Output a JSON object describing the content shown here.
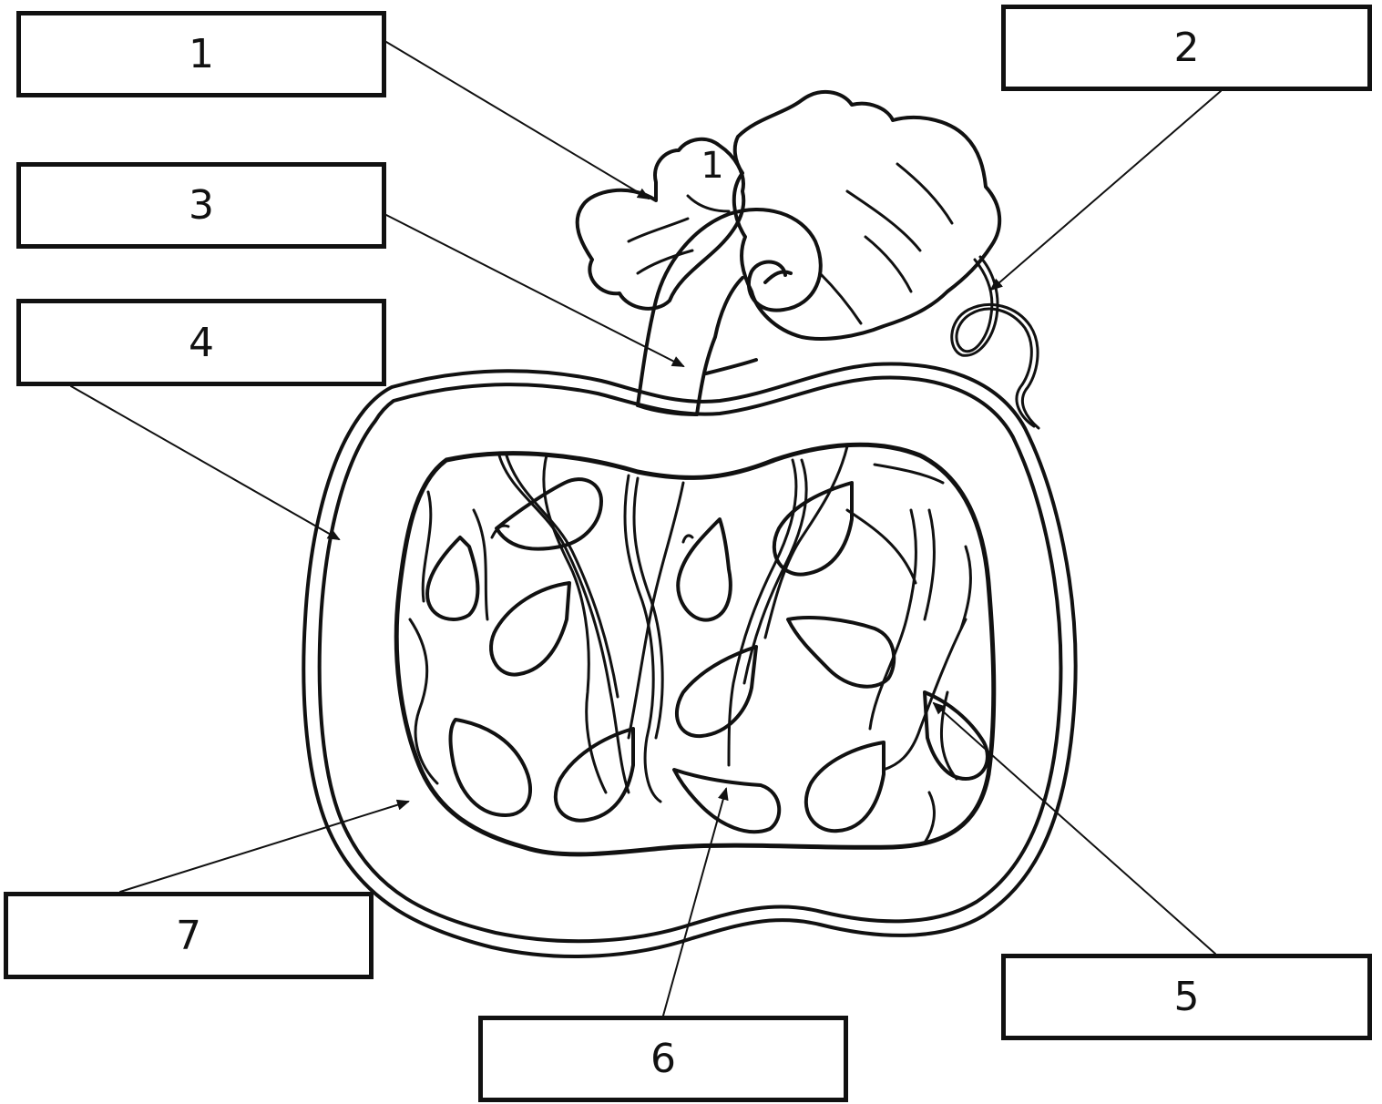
{
  "labels": [
    {
      "id": "1",
      "text": "1"
    },
    {
      "id": "2",
      "text": "2"
    },
    {
      "id": "3",
      "text": "3"
    },
    {
      "id": "4",
      "text": "4"
    },
    {
      "id": "5",
      "text": "5"
    },
    {
      "id": "6",
      "text": "6"
    },
    {
      "id": "7",
      "text": "7"
    }
  ],
  "drawing": {
    "leaf_mark": "1"
  }
}
